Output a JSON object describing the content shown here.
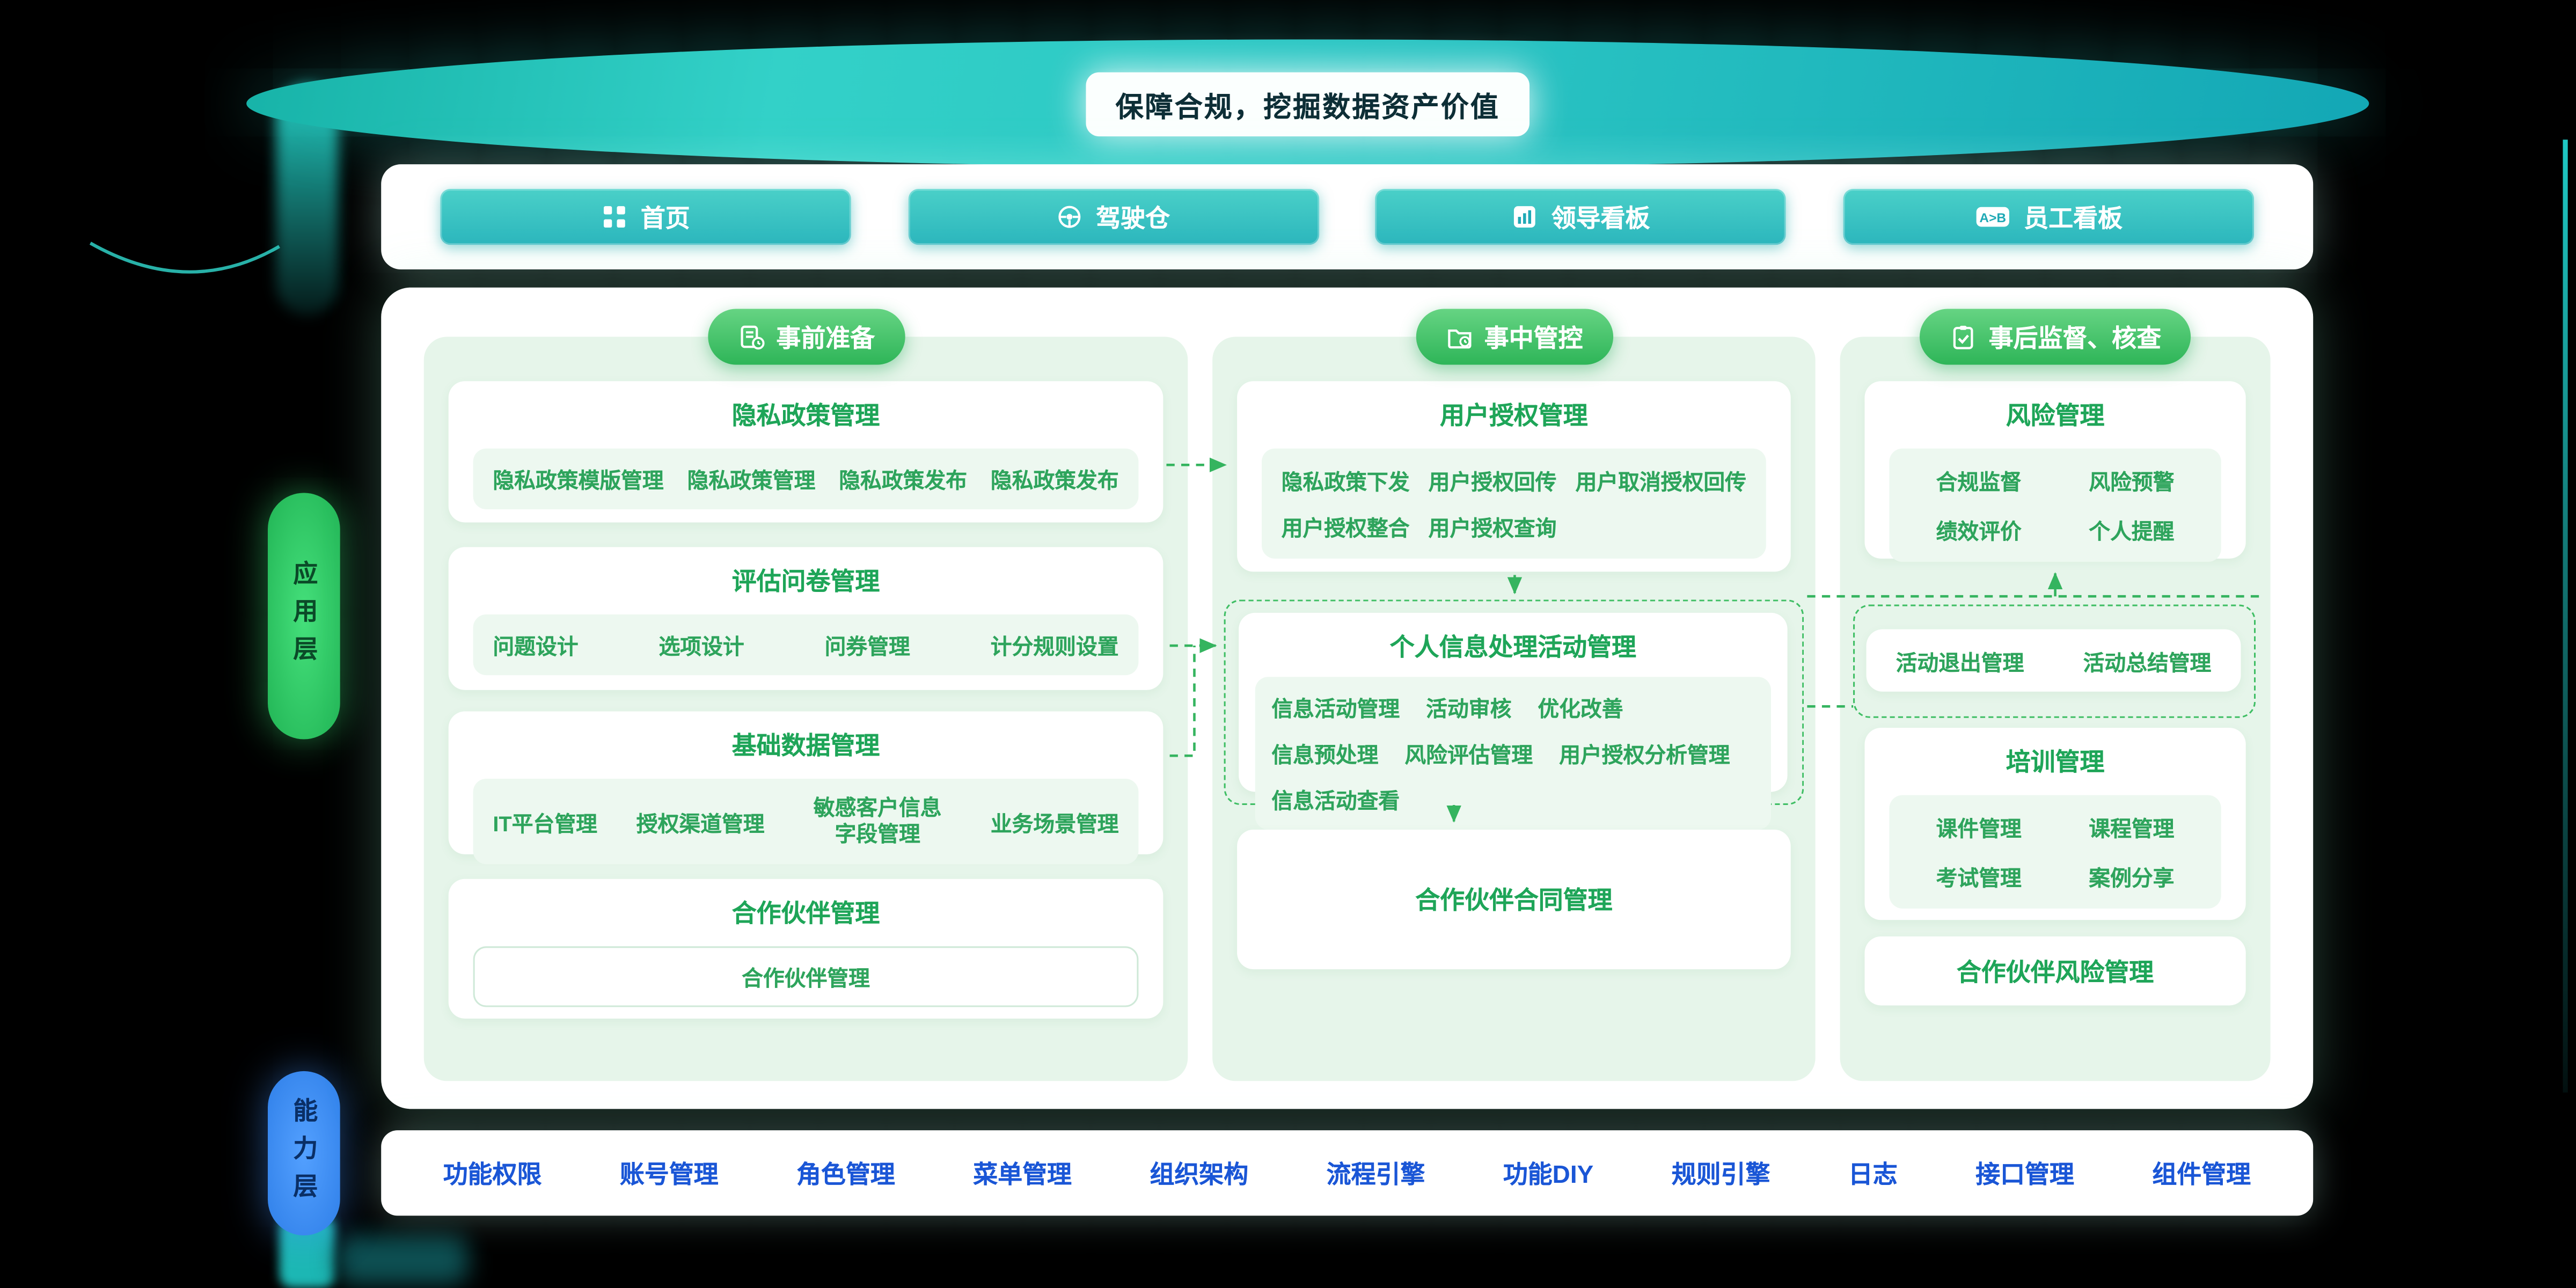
{
  "banner": {
    "title": "保障合规，挖掘数据资产价值"
  },
  "nav": {
    "items": [
      {
        "label": "首页",
        "icon": "grid-icon"
      },
      {
        "label": "驾驶仓",
        "icon": "steering-wheel-icon"
      },
      {
        "label": "领导看板",
        "icon": "bar-chart-icon"
      },
      {
        "label": "员工看板",
        "icon": "ab-compare-icon"
      }
    ]
  },
  "layers": {
    "application": "应用层",
    "capability": "能力层"
  },
  "columns": [
    {
      "header": "事前准备",
      "icon": "document-clock-icon",
      "cards": [
        {
          "title": "隐私政策管理",
          "items": [
            "隐私政策模版管理",
            "隐私政策管理",
            "隐私政策发布",
            "隐私政策发布"
          ]
        },
        {
          "title": "评估问卷管理",
          "items": [
            "问题设计",
            "选项设计",
            "问券管理",
            "计分规则设置"
          ]
        },
        {
          "title": "基础数据管理",
          "items": [
            "IT平台管理",
            "授权渠道管理",
            "敏感客户信息字段管理",
            "业务场景管理"
          ]
        },
        {
          "title": "合作伙伴管理",
          "items": [
            "合作伙伴管理"
          ]
        }
      ]
    },
    {
      "header": "事中管控",
      "icon": "folder-clock-icon",
      "cards": [
        {
          "title": "用户授权管理",
          "items": [
            "隐私政策下发",
            "用户授权回传",
            "用户取消授权回传",
            "用户授权整合",
            "用户授权查询"
          ]
        },
        {
          "title": "个人信息处理活动管理",
          "dashed": true,
          "items": [
            "信息活动管理",
            "活动审核",
            "优化改善",
            "信息预处理",
            "风险评估管理",
            "用户授权分析管理",
            "信息活动查看"
          ]
        },
        {
          "title": "合作伙伴合同管理",
          "items": []
        }
      ]
    },
    {
      "header": "事后监督、核查",
      "icon": "clipboard-check-icon",
      "cards": [
        {
          "title": "风险管理",
          "items": [
            "合规监督",
            "风险预警",
            "绩效评价",
            "个人提醒"
          ]
        },
        {
          "title": "",
          "dashed": true,
          "items": [
            "活动退出管理",
            "活动总结管理"
          ]
        },
        {
          "title": "培训管理",
          "items": [
            "课件管理",
            "课程管理",
            "考试管理",
            "案例分享"
          ]
        },
        {
          "title": "合作伙伴风险管理",
          "items": []
        }
      ]
    }
  ],
  "bottom_bar": {
    "items": [
      "功能权限",
      "账号管理",
      "角色管理",
      "菜单管理",
      "组织架构",
      "流程引擎",
      "功能DIY",
      "规则引擎",
      "日志",
      "接口管理",
      "组件管理"
    ]
  },
  "colors": {
    "teal": "#2BC4C0",
    "green_accent": "#35B45F",
    "light_green_bg": "#E6F5EA",
    "item_green": "#2EA45C",
    "blue_text": "#1A56D6",
    "capability_blue": "#3E8EF7"
  }
}
